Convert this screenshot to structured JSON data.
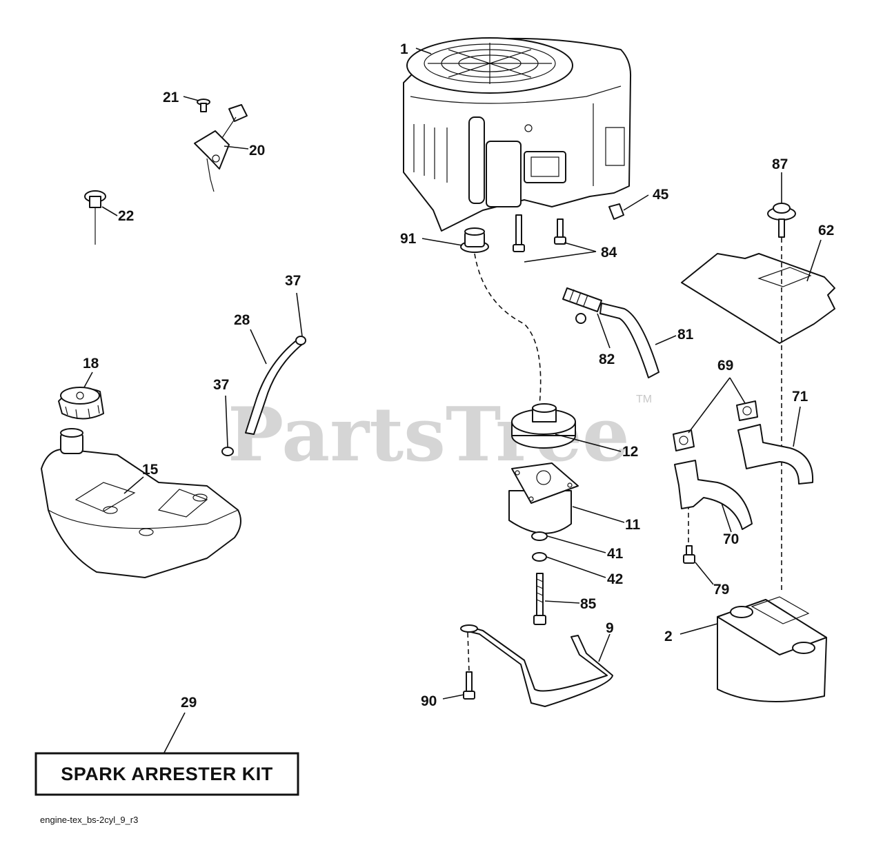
{
  "watermark": {
    "text": "PartsTree",
    "mark": "TM"
  },
  "callouts": [
    "1",
    "2",
    "9",
    "11",
    "12",
    "15",
    "18",
    "20",
    "21",
    "22",
    "28",
    "29",
    "37",
    "37",
    "41",
    "42",
    "45",
    "62",
    "69",
    "70",
    "71",
    "79",
    "81",
    "82",
    "84",
    "85",
    "87",
    "90",
    "91"
  ],
  "kit_box": {
    "label": "SPARK ARRESTER KIT"
  },
  "diagram_code": "engine-tex_bs-2cyl_9_r3",
  "colors": {
    "ink": "#111111",
    "watermark": "#c8c8c8",
    "background": "#ffffff"
  }
}
